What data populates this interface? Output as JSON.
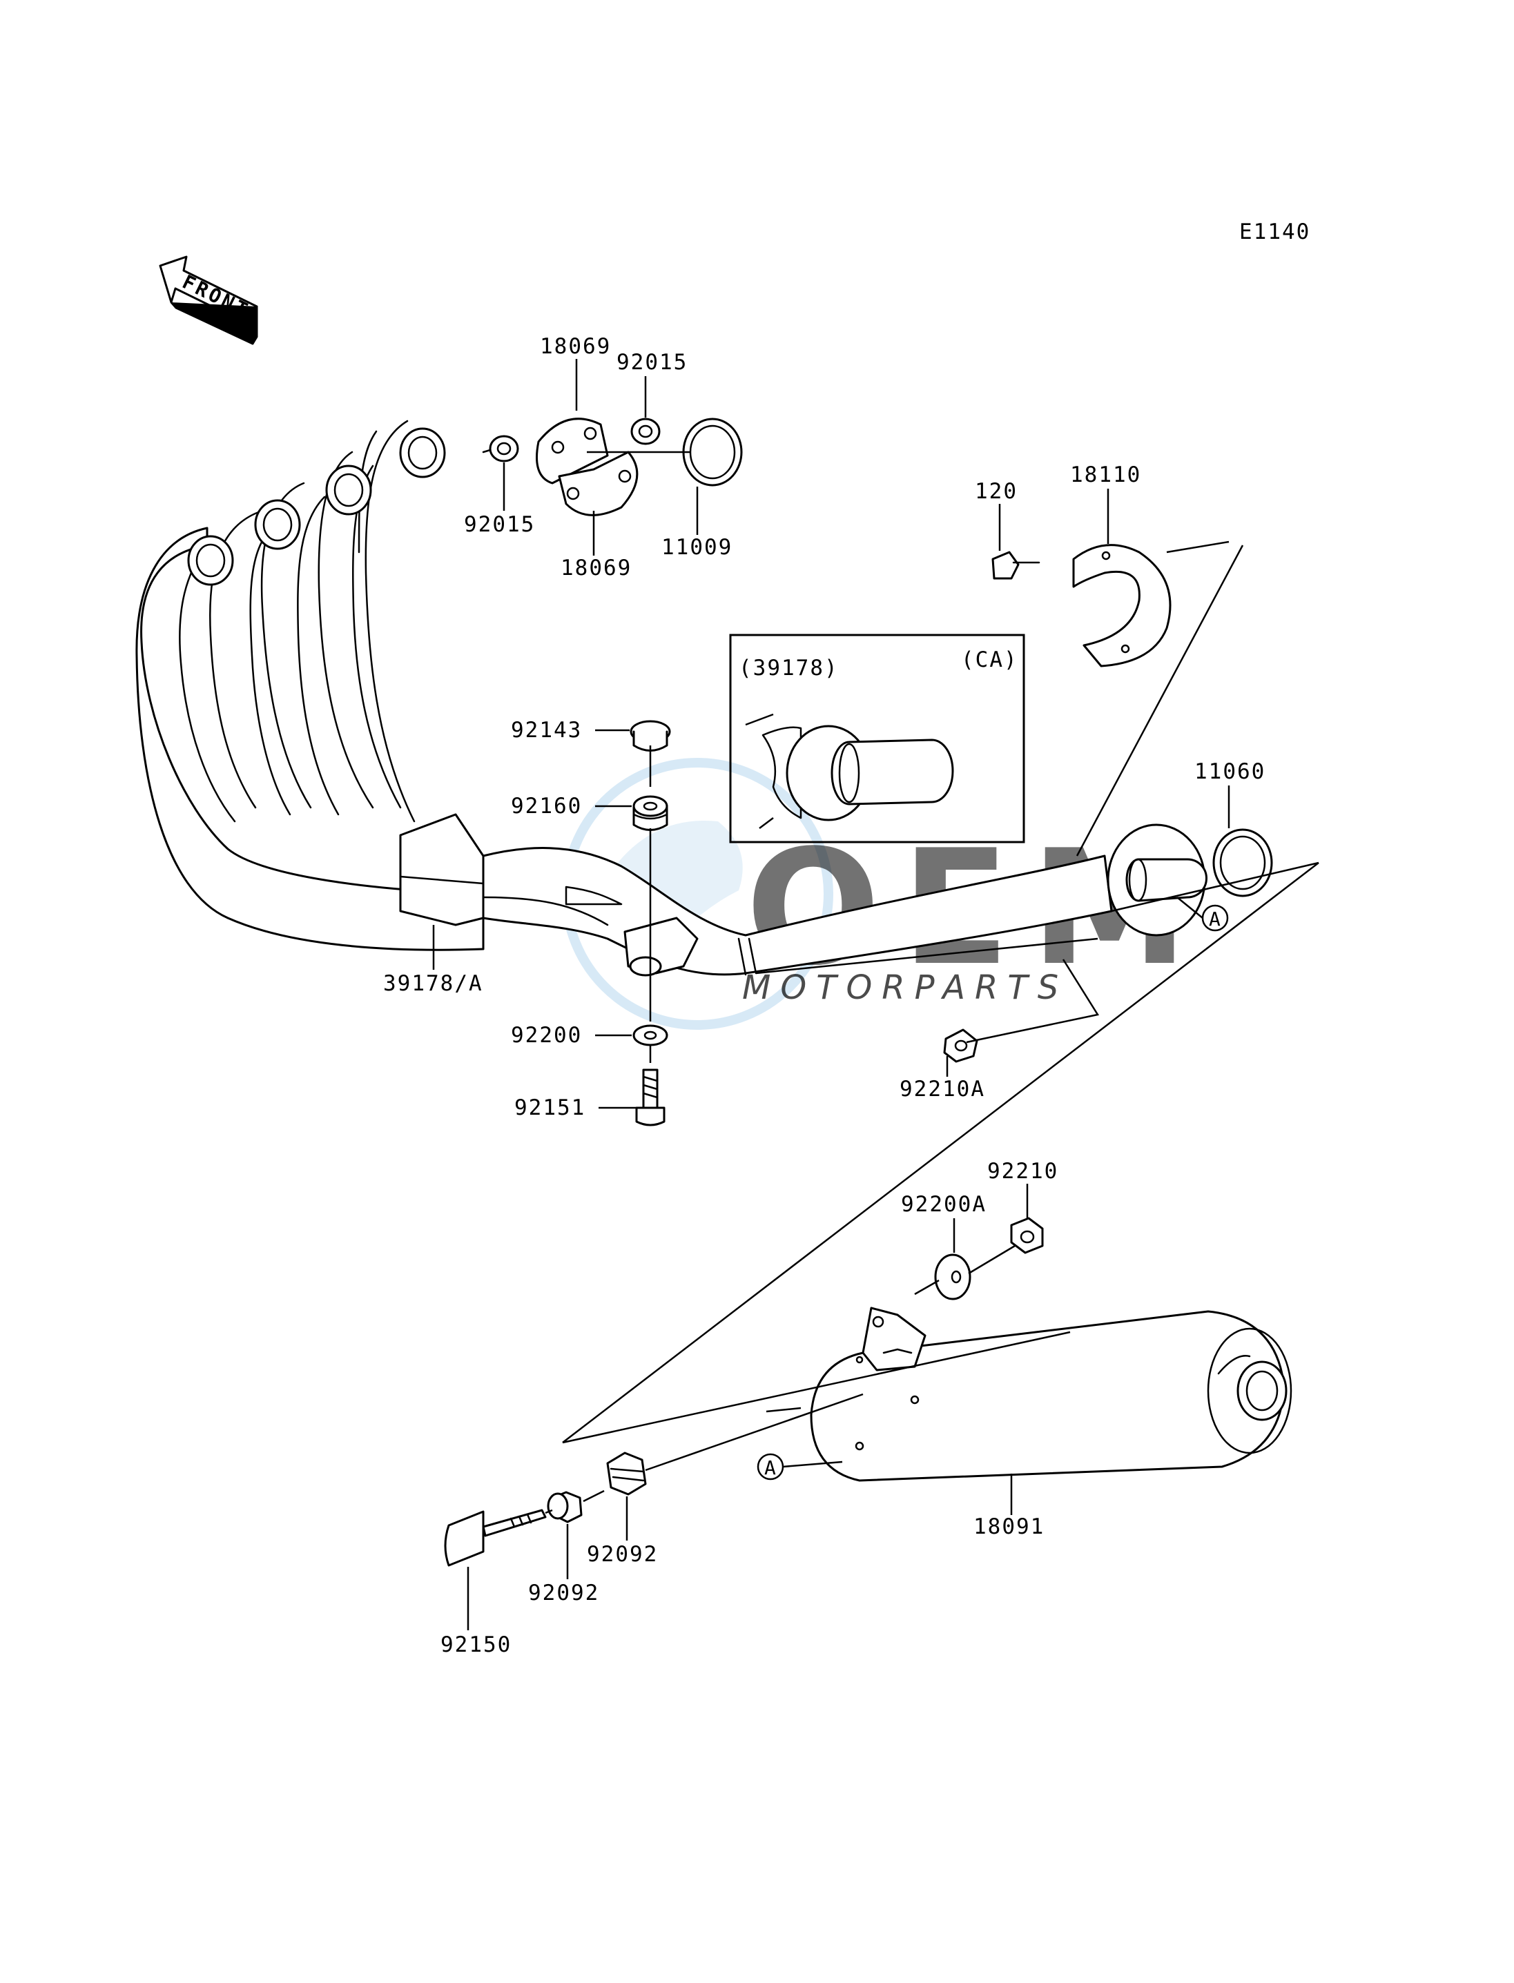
{
  "diagram_code": "E1140",
  "front_arrow_text": "FRONT",
  "watermark": {
    "brand": "OEM",
    "sub": "MOTORPARTS",
    "color_blue": "#9cc7e8",
    "color_grey": "#c4c4c4"
  },
  "inset": {
    "part_ref": "(39178)",
    "region": "(CA)"
  },
  "callouts": {
    "a_upper": "A",
    "a_lower": "A"
  },
  "parts": {
    "p18069_top": "18069",
    "p92015_top": "92015",
    "p92015_left": "92015",
    "p18069_bottom": "18069",
    "p11009": "11009",
    "p120": "120",
    "p18110": "18110",
    "p92143": "92143",
    "p92160": "92160",
    "p11060": "11060",
    "p39178A": "39178/A",
    "p92200": "92200",
    "p92151": "92151",
    "p92210A": "92210A",
    "p92210": "92210",
    "p92200A": "92200A",
    "p92092_right": "92092",
    "p92092_left": "92092",
    "p18091": "18091",
    "p92150": "92150"
  }
}
